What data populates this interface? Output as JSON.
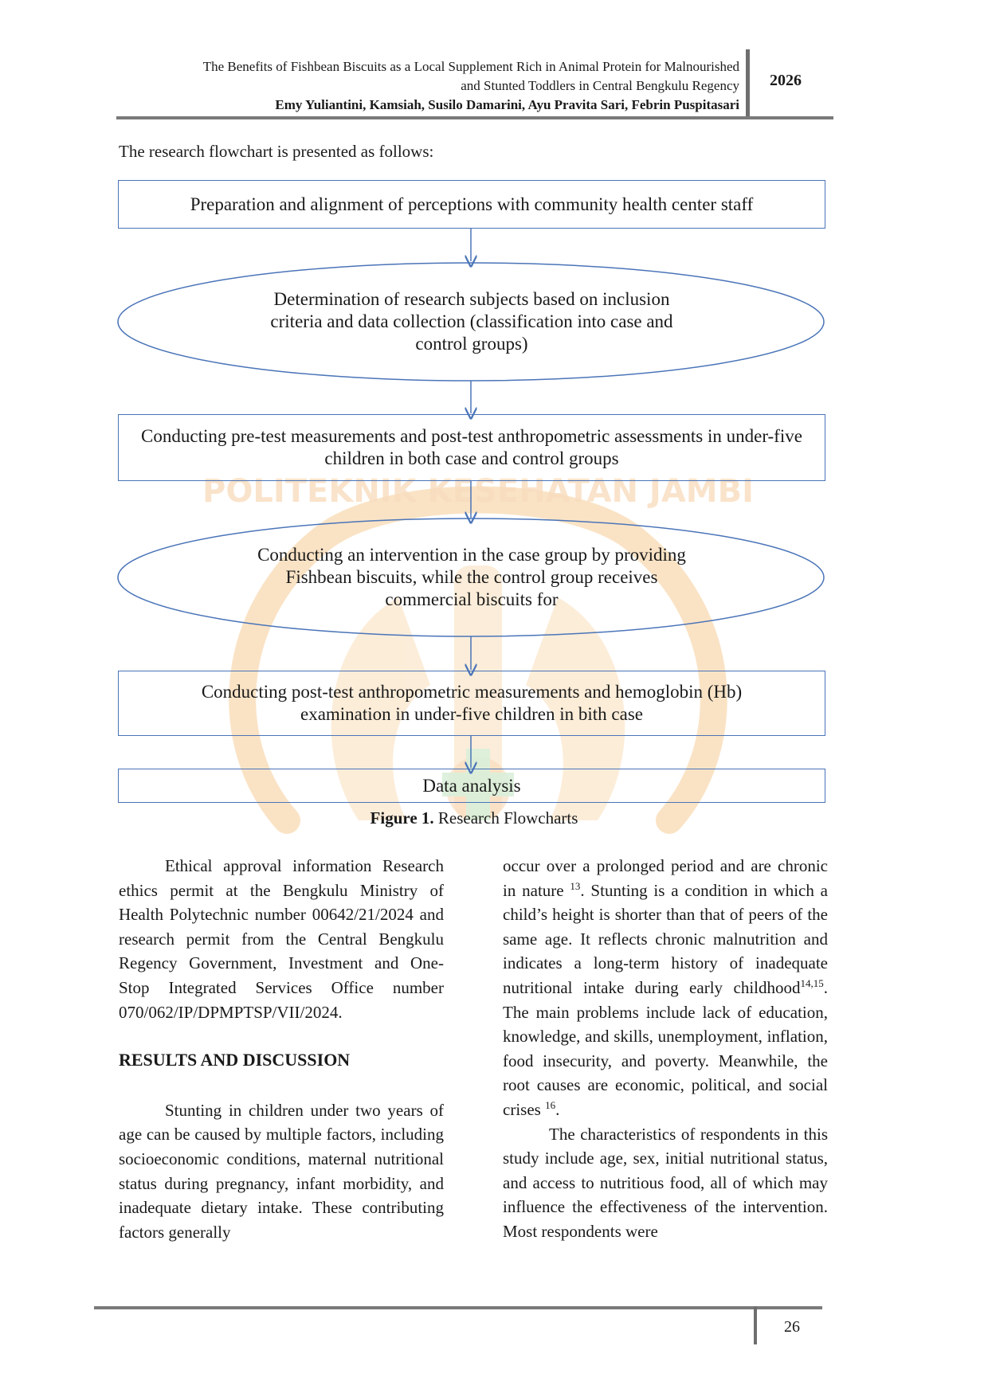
{
  "header": {
    "title_line1": "The Benefits of Fishbean Biscuits as a Local Supplement Rich in Animal Protein for Malnourished",
    "title_line2": "and Stunted Toddlers in Central Bengkulu Regency",
    "authors": "Emy Yuliantini, Kamsiah, Susilo Damarini, Ayu Pravita Sari, Febrin Puspitasari",
    "year": "2026"
  },
  "watermark": {
    "text": "POLITEKNIK KESEHATAN JAMBI",
    "color": "#f5c38a"
  },
  "intro": "The research flowchart is presented as follows:",
  "flowchart": {
    "steps": [
      {
        "shape": "rect",
        "text": "Preparation and alignment of perceptions with community health center staff"
      },
      {
        "shape": "ellipse",
        "text": "Determination of research subjects based on inclusion criteria and data collection (classification into case and control groups)"
      },
      {
        "shape": "rect",
        "text": "Conducting pre-test measurements and post-test anthropometric assessments in under-five children in both case and control groups"
      },
      {
        "shape": "ellipse",
        "text": "Conducting an intervention in the case group by providing Fishbean biscuits, while the control group receives commercial biscuits for"
      },
      {
        "shape": "rect",
        "text": "Conducting post-test anthropometric measurements and hemoglobin (Hb) examination in under-five children in bith case"
      },
      {
        "shape": "rect",
        "text": "Data analysis"
      }
    ],
    "stroke_color": "#4a74b8"
  },
  "caption": {
    "label": "Figure 1.",
    "text": " Research Flowcharts"
  },
  "left_column": {
    "p1": "Ethical approval information Research ethics permit at the Bengkulu Ministry of Health Polytechnic number 00642/21/2024 and research permit from the Central Bengkulu Regency Government, Investment and One-Stop Integrated Services Office number 070/062/IP/DPMPTSP/VII/2024.",
    "heading": "RESULTS AND DISCUSSION",
    "p2": "Stunting in children under two years of age can be caused by multiple factors, including socioeconomic conditions, maternal nutritional status during pregnancy, infant morbidity, and inadequate dietary intake. These contributing factors generally"
  },
  "right_column": {
    "p1_a": "occur over a prolonged period and are chronic in nature ",
    "ref_13": "13",
    "p1_b": ". Stunting is a condition in which a child’s height is shorter than that of peers of the same age. It reflects chronic malnutrition and indicates a long-term history of inadequate nutritional intake during early childhood",
    "ref_14_15": "14,15",
    "p1_c": ". The main problems include lack of education, knowledge, and skills, unemployment, inflation, food insecurity, and poverty. Meanwhile, the root causes are economic, political, and social crises ",
    "ref_16": "16",
    "p1_d": ".",
    "p2": "The characteristics of respondents in this study include age, sex, initial nutritional status, and access to nutritious food, all of which may influence the effectiveness of the intervention. Most respondents were"
  },
  "page_number": "26"
}
